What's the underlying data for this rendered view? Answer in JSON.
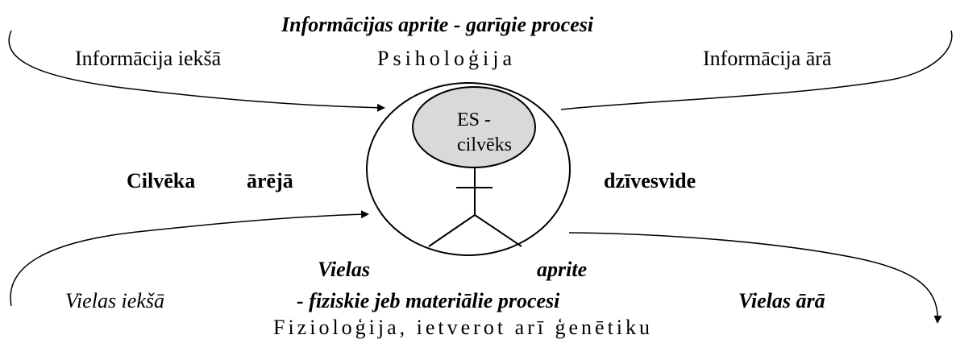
{
  "diagram": {
    "information_title": "Informācijas aprite - garīgie procesi",
    "information_in": "Informācija iekšā",
    "psychology": "Psiholoģija",
    "information_out": "Informācija ārā",
    "center_line1": "ES -",
    "center_line2": "cilvēks",
    "outer_env_word1": "Cilvēka",
    "outer_env_word2": "ārējā",
    "outer_env_word3": "dzīvesvide",
    "substance_word1": "Vielas",
    "substance_word2": "aprite",
    "substances_in": "Vielas iekšā",
    "substance_processes": "- fiziskie jeb materiālie procesi",
    "substances_out": "Vielas ārā",
    "physiology": "Fizioloģija, ietverot arī ģenētiku"
  },
  "colors": {
    "head_fill": "#d9d9d9",
    "stroke": "#000000",
    "background": "#ffffff"
  }
}
